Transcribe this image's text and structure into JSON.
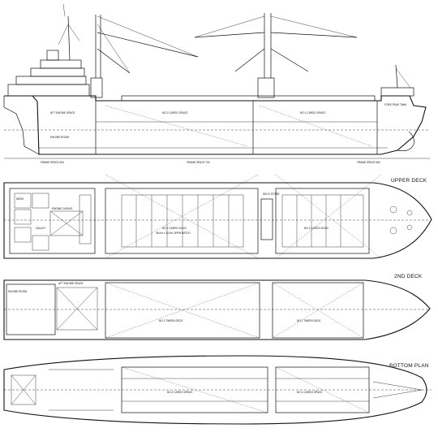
{
  "plans": {
    "upper_deck": {
      "title": "UPPER DECK"
    },
    "second_deck": {
      "title": "2ND DECK"
    },
    "bottom": {
      "title": "BOTTOM PLAN"
    }
  },
  "profile_labels": {
    "no1_hold": "NO.1 CARGO SPACE",
    "no2_hold": "NO.2 CARGO SPACE",
    "aft_engine": "AFT ENGINE SPACE",
    "engine_room": "ENGINE ROOM",
    "fore_peak": "FORE PEAK TANK",
    "frame_a": "FRAME SPACE 600",
    "frame_b": "FRAME SPACE 700",
    "frame_c": "FRAME SPACE 650"
  },
  "deck_labels": {
    "hold_no2": "NO.2 CARGO HOLD",
    "hold_no1": "NO.1 CARGO HOLD",
    "hold_dim": "36.0m x 14.0m OPEN HATCH",
    "galley": "GALLEY",
    "mess": "MESS",
    "engine_casing": "ENGINE CASING",
    "deck_store": "DECK STORE",
    "tween_no2": "NO.2 TWEEN DECK",
    "tween_no1": "NO.1 TWEEN DECK",
    "aft_space": "AFT ENGINE SPACE",
    "engine_room": "ENGINE ROOM",
    "bottom_no2": "NO.2 CARGO SPACE",
    "bottom_no1": "NO.1 CARGO SPACE"
  },
  "colors": {
    "line": "#111111",
    "background": "#ffffff"
  }
}
